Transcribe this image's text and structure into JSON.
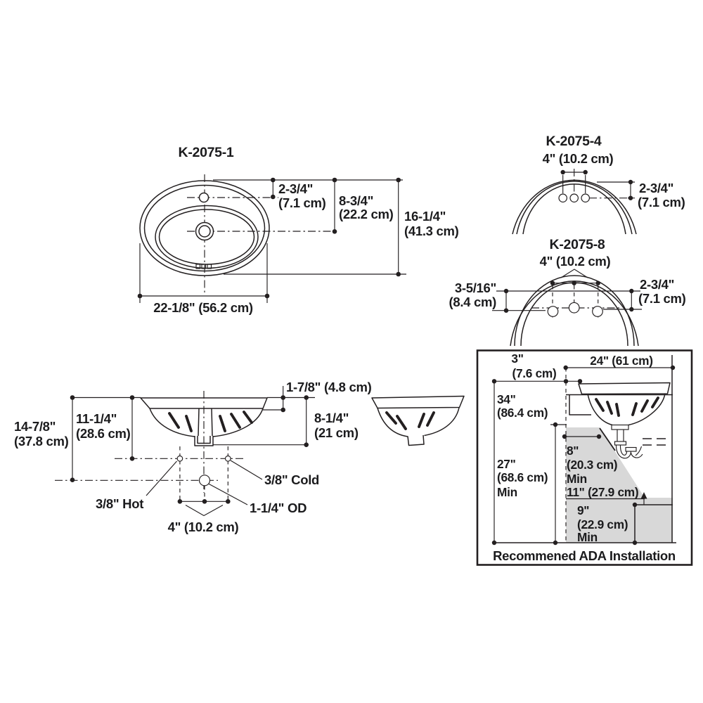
{
  "colors": {
    "line": "#231f20",
    "text": "#1b1b1d",
    "shade": "#d8d8d8",
    "background": "#ffffff"
  },
  "top_view": {
    "model": "K-2075-1",
    "faucet_setback_in": "2-3/4\"",
    "faucet_setback_cm": "(7.1 cm)",
    "drain_setback_in": "8-3/4\"",
    "drain_setback_cm": "(22.2 cm)",
    "overall_depth_in": "16-1/4\"",
    "overall_depth_cm": "(41.3 cm)",
    "overall_width": "22-1/8\" (56.2 cm)"
  },
  "view_2075_4": {
    "model": "K-2075-4",
    "hole_spacing": "4\" (10.2 cm)",
    "setback_in": "2-3/4\"",
    "setback_cm": "(7.1 cm)"
  },
  "view_2075_8": {
    "model": "K-2075-8",
    "hole_spacing": "4\" (10.2 cm)",
    "left_setback_in": "3-5/16\"",
    "left_setback_cm": "(8.4 cm)",
    "right_setback_in": "2-3/4\"",
    "right_setback_cm": "(7.1 cm)"
  },
  "front_view": {
    "overall_height_in": "14-7/8\"",
    "overall_height_cm": "(37.8 cm)",
    "rim_to_supply_in": "11-1/4\"",
    "rim_to_supply_cm": "(28.6 cm)",
    "rim_thickness": "1-7/8\" (4.8 cm)",
    "bowl_depth_in": "8-1/4\"",
    "bowl_depth_cm": "(21 cm)",
    "hot_supply": "3/8\" Hot",
    "cold_supply": "3/8\" Cold",
    "drain_od": "1-1/4\" OD",
    "supply_spacing": "4\" (10.2 cm)"
  },
  "ada": {
    "title": "Recommened ADA Installation",
    "overhang_in": "3\"",
    "overhang_cm": "(7.6 cm)",
    "counter_depth": "24\" (61 cm)",
    "rim_height_in": "34\"",
    "rim_height_cm": "(86.4 cm)",
    "knee_height_in": "27\"",
    "knee_height_cm": "(68.6 cm)",
    "knee_height_min": "Min",
    "knee_depth_in": "8\"",
    "knee_depth_cm": "(20.3 cm)",
    "knee_depth_min": "Min",
    "knee_depth_2": "11\" (27.9 cm)",
    "toe_height_in": "9\"",
    "toe_height_cm": "(22.9 cm)",
    "toe_height_min": "Min"
  }
}
